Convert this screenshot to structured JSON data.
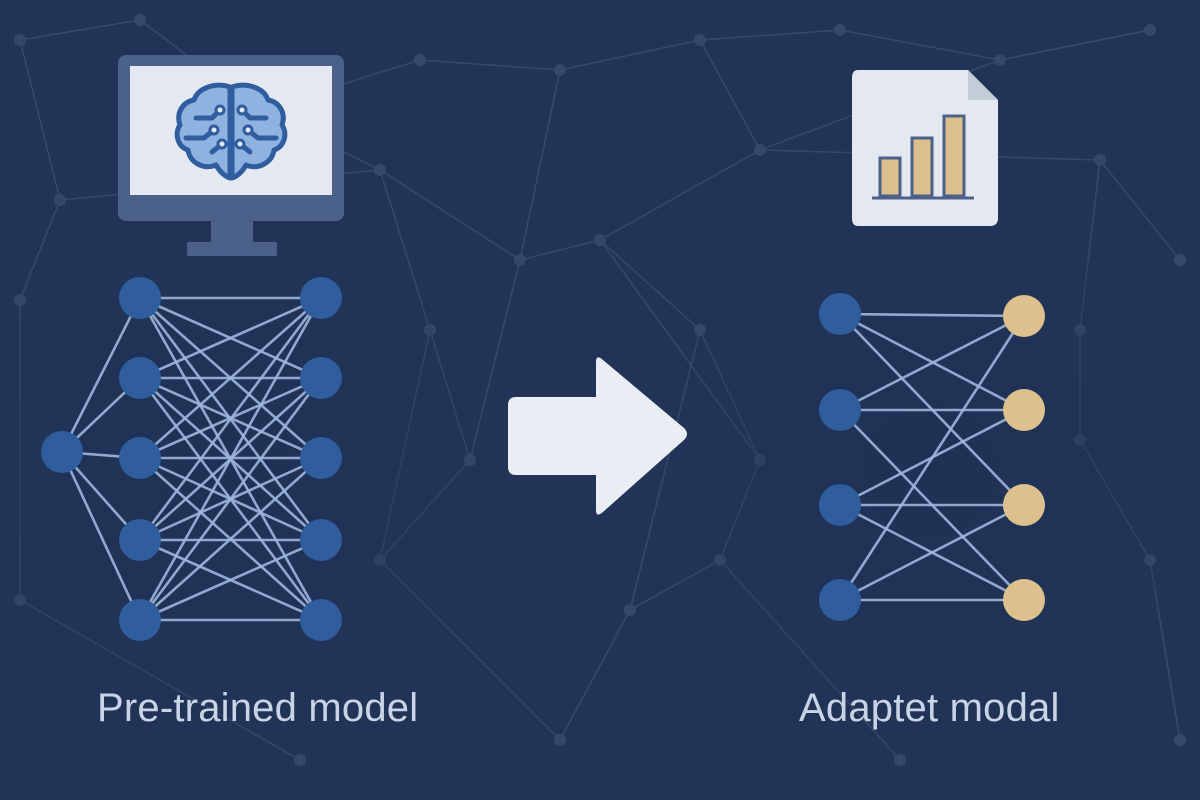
{
  "labels": {
    "left": "Pre-trained model",
    "right": "Adaptet modal"
  },
  "colors": {
    "background": "#213457",
    "pretrained_node": "#2f5d9e",
    "input_node": "#2f5d9e",
    "output_node": "#dcc08d",
    "edge": "#9fb6dc",
    "arrow": "#e9edf4",
    "caption": "#c9d4e6"
  },
  "icons": {
    "left": "monitor-with-brain-icon",
    "right": "bar-chart-document-icon",
    "middle": "right-arrow-icon"
  },
  "left_network": {
    "input_nodes": 1,
    "hidden_nodes": 5,
    "output_nodes": 5
  },
  "right_network": {
    "input_nodes": 4,
    "output_nodes": 4
  }
}
